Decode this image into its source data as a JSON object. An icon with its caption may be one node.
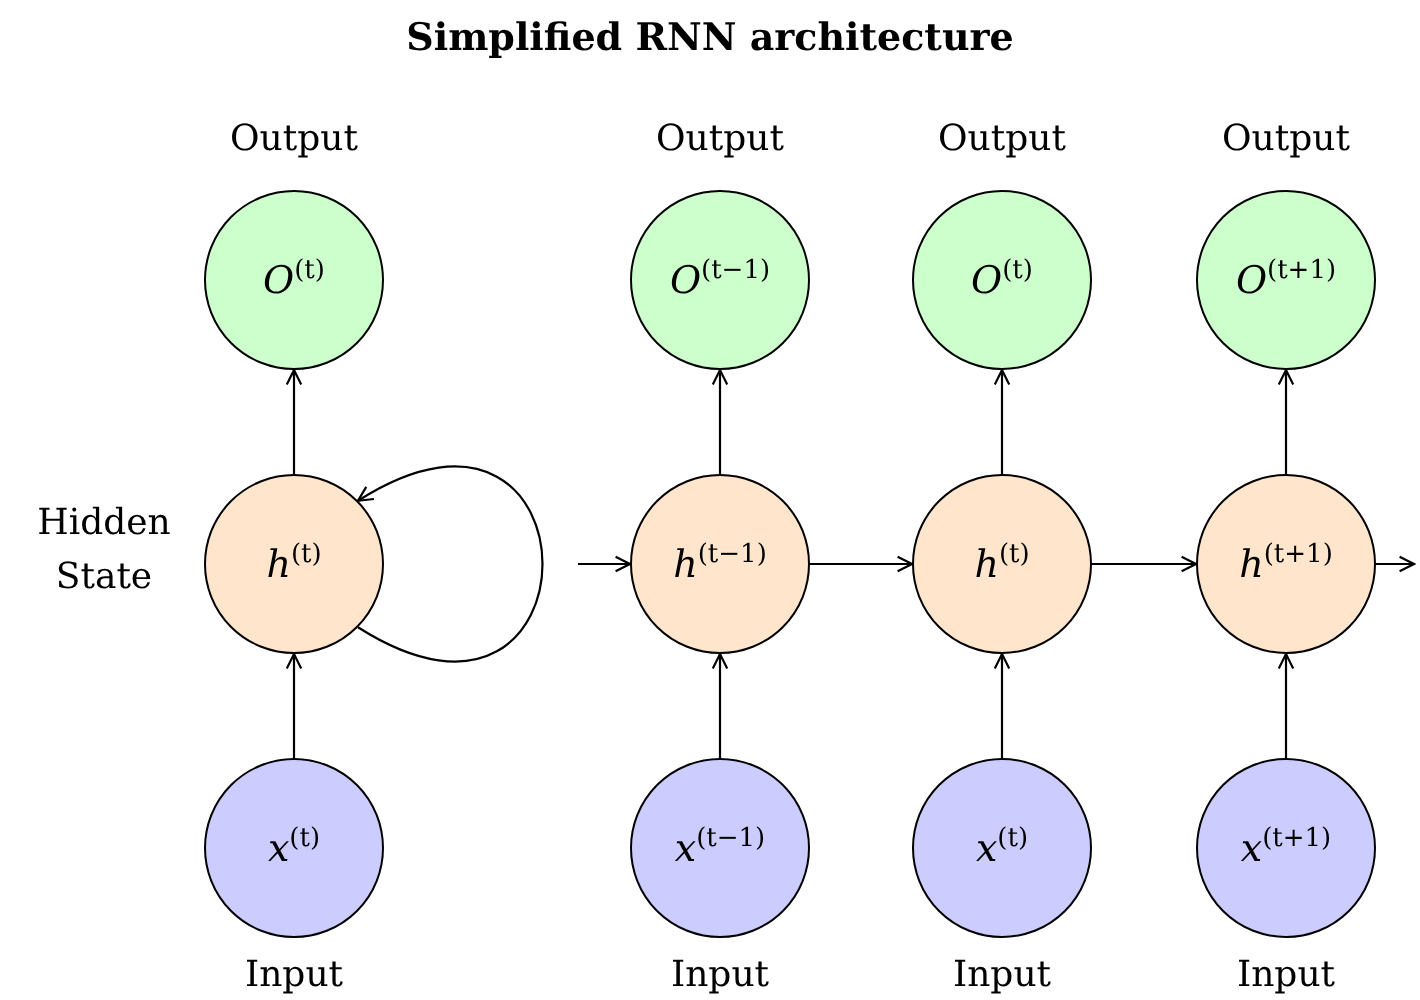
{
  "diagram": {
    "title": "Simplified RNN architecture",
    "nodes": [
      {
        "text": [
          "*O*$^{(t)}$"
        ],
        "beside": [
          "Output"
        ]
      },
      {
        "text": [
          "*h*$^{(t)}$"
        ],
        "beside": [
          "Hidden State"
        ]
      },
      {
        "text": [
          "*x*$^{(t)}$"
        ],
        "beside": [
          "Input"
        ]
      },
      {
        "text": [
          "*O*$^{(t−1)}$"
        ],
        "beside": [
          "Output"
        ]
      },
      {
        "text": [
          "*O*$^{(t)}$"
        ],
        "beside": [
          "Output"
        ]
      },
      {
        "text": [
          "*O*$^{(t+1)}$"
        ],
        "beside": [
          "Output"
        ]
      },
      {
        "text": [
          "*h*$^{(t−1)}$"
        ]
      },
      {
        "text": [
          "*h*$^{(t)}$"
        ]
      },
      {
        "text": [
          "*h*$^{(t+1)}$"
        ]
      },
      {
        "text": [
          "*x*$^{(t−1)}$"
        ],
        "beside": [
          "Input"
        ]
      },
      {
        "text": [
          "*x*$^{(t)}$"
        ],
        "beside": [
          "Input"
        ]
      },
      {
        "text": [
          "*x*$^{(t+1)}$"
        ],
        "beside": [
          "Input"
        ]
      }
    ],
    "edges": [
      {
        "from": 2,
        "to": 1,
        "arrow": "to"
      },
      {
        "from": 1,
        "to": 0,
        "arrow": "to"
      },
      {
        "from": 1,
        "to": 1,
        "arrow": "to"
      },
      {
        "from": 9,
        "to": 6,
        "arrow": "to"
      },
      {
        "from": 6,
        "to": 3,
        "arrow": "to"
      },
      {
        "from": 10,
        "to": 7,
        "arrow": "to"
      },
      {
        "from": 7,
        "to": 4,
        "arrow": "to"
      },
      {
        "from": 11,
        "to": 8,
        "arrow": "to"
      },
      {
        "from": 8,
        "to": 5,
        "arrow": "to"
      },
      {
        "from": null,
        "to": 6,
        "arrow": "to"
      },
      {
        "from": 6,
        "to": 7,
        "arrow": "to"
      },
      {
        "from": 7,
        "to": 8,
        "arrow": "to"
      },
      {
        "from": 8,
        "to": null,
        "arrow": "to"
      }
    ]
  }
}
